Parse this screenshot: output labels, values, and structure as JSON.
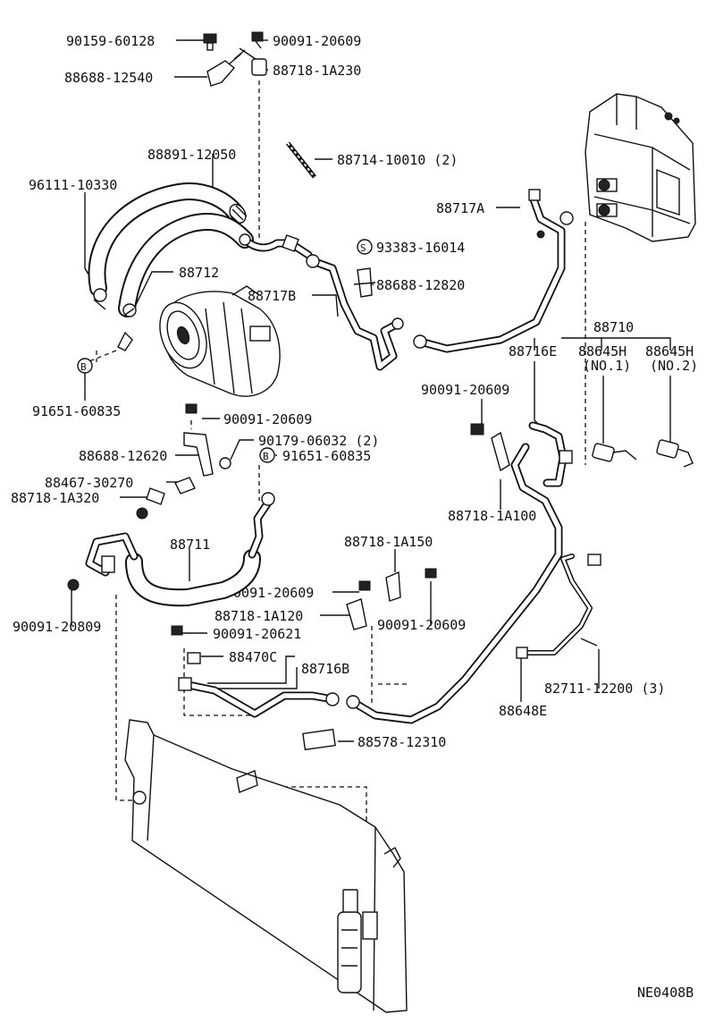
{
  "diagram_code": "NE0408B",
  "circle_marks": {
    "b": "B",
    "s": "S"
  },
  "labels": {
    "p90159_60128": "90159-60128",
    "p90091_20609_top": "90091-20609",
    "p88688_12540": "88688-12540",
    "p88718_1A230": "88718-1A230",
    "p88891_12050": "88891-12050",
    "p88714_10010": "88714-10010 (2)",
    "p96111_10330": "96111-10330",
    "p88717A": "88717A",
    "p93383_16014": "93383-16014",
    "p88712": "88712",
    "p88688_12820": "88688-12820",
    "p88717B": "88717B",
    "p88710": "88710",
    "p88716E": "88716E",
    "p88645H_1": "88645H",
    "p88645H_1_sub": "(NO.1)",
    "p88645H_2": "88645H",
    "p88645H_2_sub": "(NO.2)",
    "p91651_60835_a": "91651-60835",
    "p90091_20609_right": "90091-20609",
    "p90091_20609_mid": "90091-20609",
    "p90179_06032": "90179-06032 (2)",
    "p88688_12620": "88688-12620",
    "p91651_60835_b": "91651-60835",
    "p88467_30270": "88467-30270",
    "p88718_1A320": "88718-1A320",
    "p88718_1A100": "88718-1A100",
    "p88711": "88711",
    "p88718_1A150": "88718-1A150",
    "p90091_20609_low": "90091-20609",
    "p90091_20809": "90091-20809",
    "p88718_1A120": "88718-1A120",
    "p90091_20609_low2": "90091-20609",
    "p90091_20621": "90091-20621",
    "p88470C": "88470C",
    "p88716B": "88716B",
    "p82711_12200": "82711-12200 (3)",
    "p88648E": "88648E",
    "p88578_12310": "88578-12310"
  }
}
